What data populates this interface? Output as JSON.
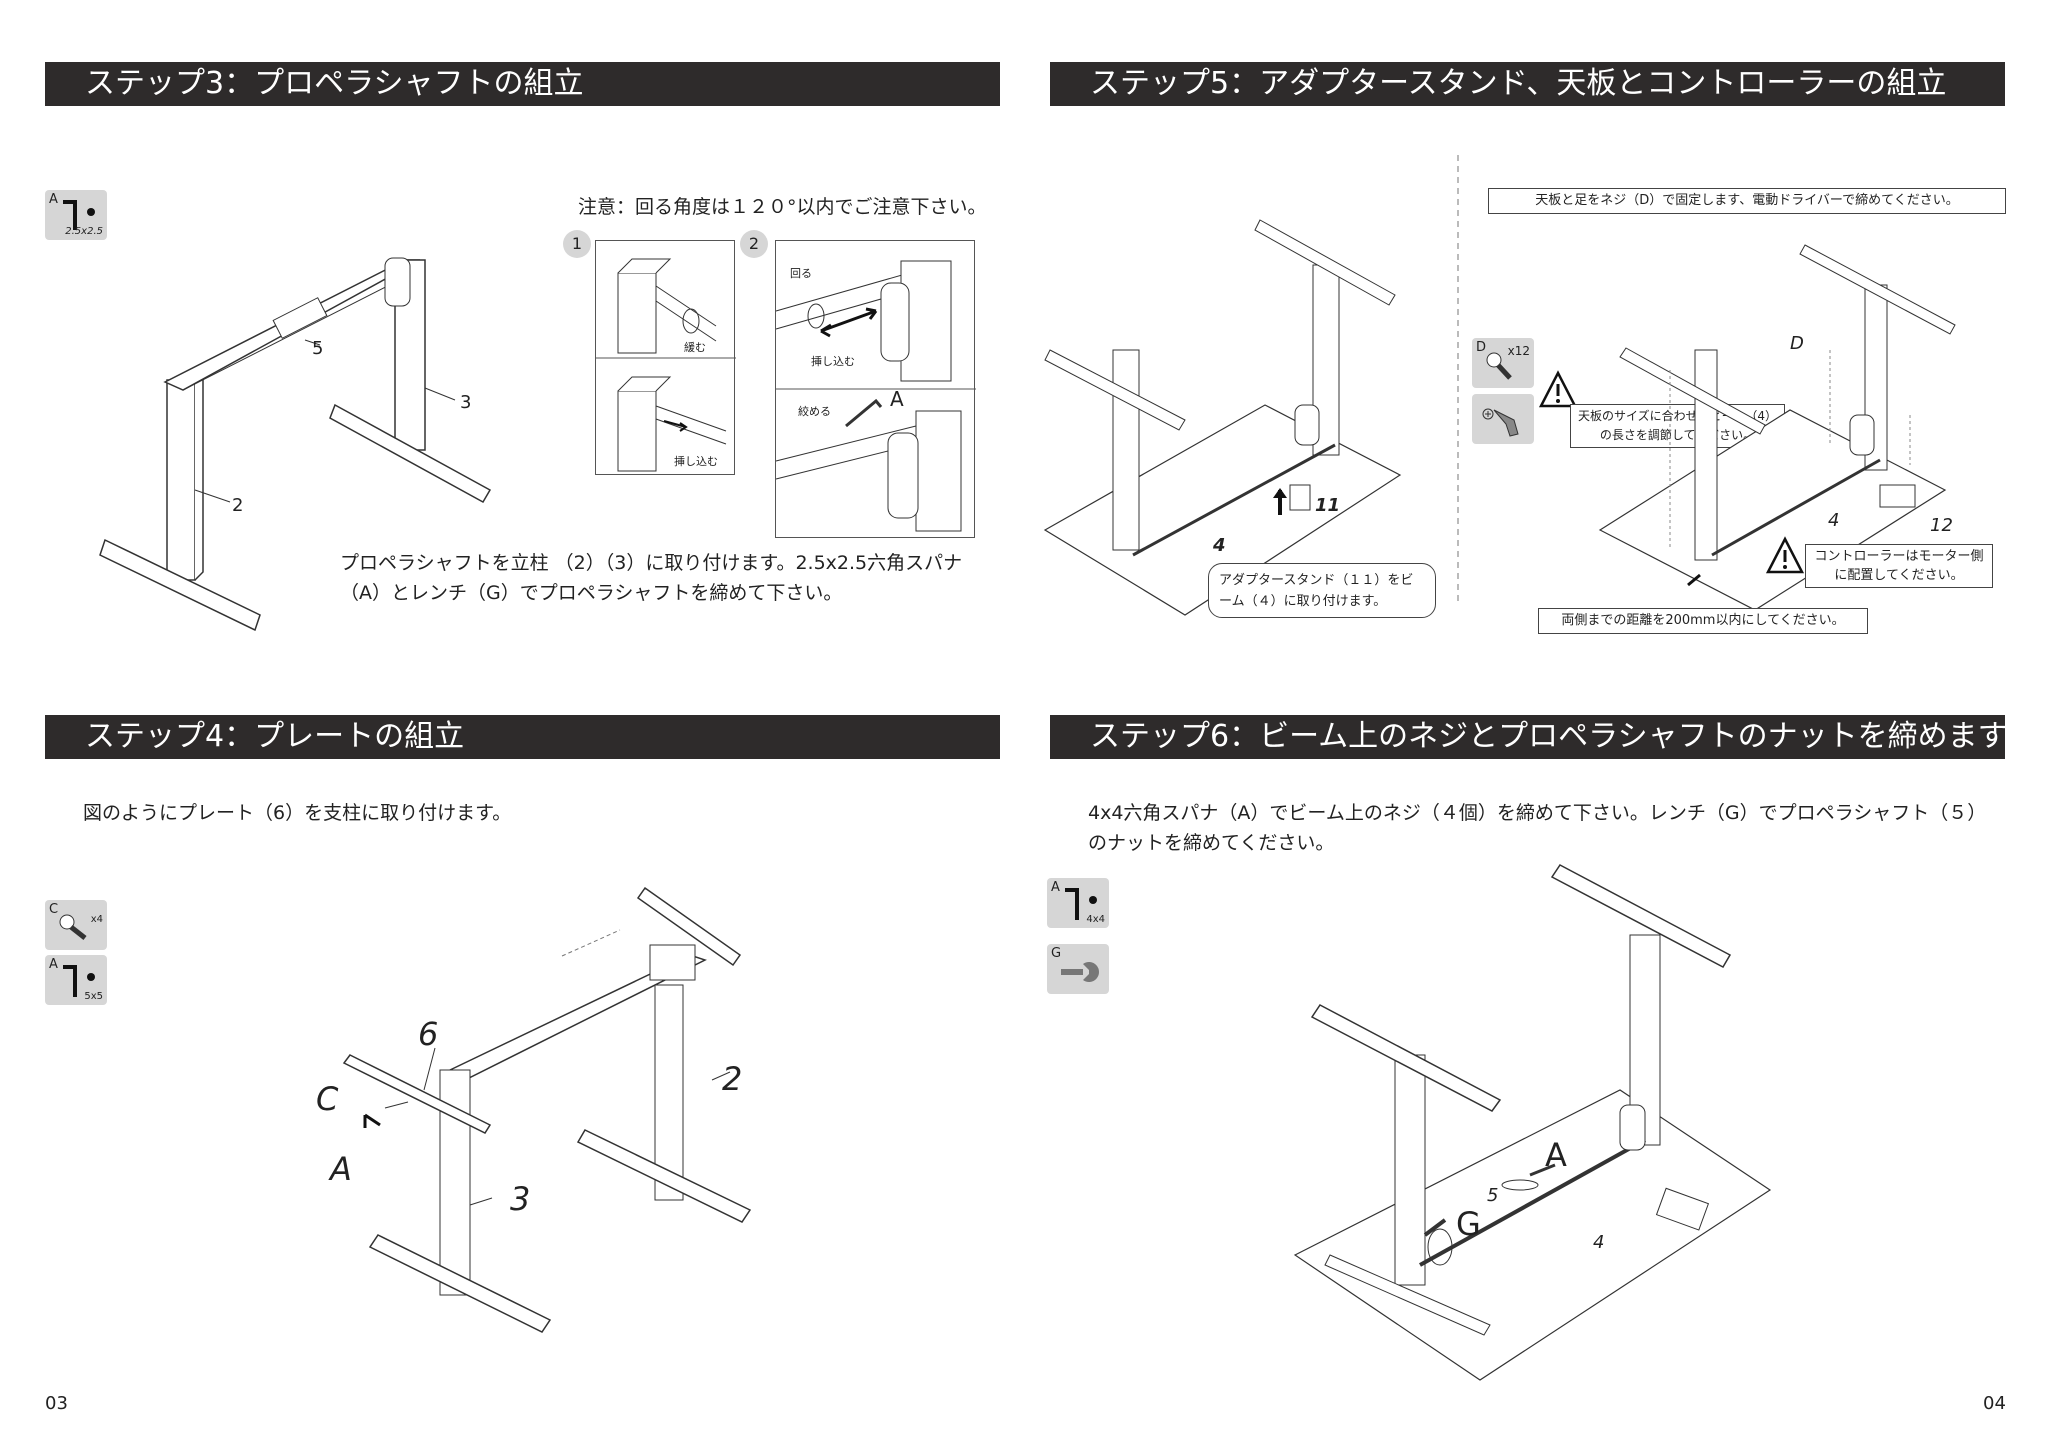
{
  "step3": {
    "title": "ステップ3：プロペラシャフトの組立",
    "caution": "注意：回る角度は１２０°以内でご注意下さい。",
    "instruction": "プロペラシャフトを立柱 （2）（3）に取り付けます。2.5x2.5六角スパナ（A）とレンチ（G）でプロペラシャフトを締めて下さい。",
    "tool": {
      "letter": "A",
      "size": "2.5x2.5"
    },
    "sub_steps": [
      "1",
      "2"
    ],
    "detail_labels": {
      "loosen": "緩む",
      "insert": "挿し込む",
      "rotate": "回る",
      "insert2": "挿し込む",
      "tighten": "絞める",
      "tool_a": "A"
    },
    "part_labels": [
      "5",
      "3",
      "2"
    ]
  },
  "step4": {
    "title": "ステップ4：プレートの組立",
    "instruction": "図のようにプレート（6）を支柱に取り付けます。",
    "tools": [
      {
        "letter": "C",
        "size": "x4"
      },
      {
        "letter": "A",
        "size": "5x5"
      }
    ],
    "part_labels": {
      "plate": "6",
      "screw": "C",
      "wrench": "A",
      "col3": "3",
      "col2": "2"
    }
  },
  "step5": {
    "title": "ステップ5：アダプタースタンド、天板とコントローラーの組立",
    "note_top": "天板と足をネジ（D）で固定します、電動ドライバーで締めてください。",
    "adapter_note": "アダプタースタンド（１１）をビーム（４）に取り付けます。",
    "beam_note": "天板のサイズに合わせてビーム（4）の長さを調節してください。",
    "controller_note": "コントローラーはモーター側に配置してください。",
    "distance_note": "両側までの距離を200mm以内にしてください。",
    "tools": [
      {
        "letter": "D",
        "size": "x12"
      },
      {
        "letter": "",
        "size": ""
      }
    ],
    "part_labels": {
      "beam": "4",
      "adapter": "11",
      "screw": "D",
      "beam2": "4",
      "controller": "12"
    }
  },
  "step6": {
    "title": "ステップ6：ビーム上のネジとプロペラシャフトのナットを締めます",
    "instruction": "4x4六角スパナ（A）でビーム上のネジ（４個）を締めて下さい。レンチ（G）でプロペラシャフト（５）のナットを締めてください。",
    "tools": [
      {
        "letter": "A",
        "size": "4x4"
      },
      {
        "letter": "G",
        "size": ""
      }
    ],
    "part_labels": {
      "wrench": "A",
      "key": "G",
      "shaft": "5",
      "beam": "4"
    }
  },
  "page_numbers": {
    "left": "03",
    "right": "04"
  }
}
